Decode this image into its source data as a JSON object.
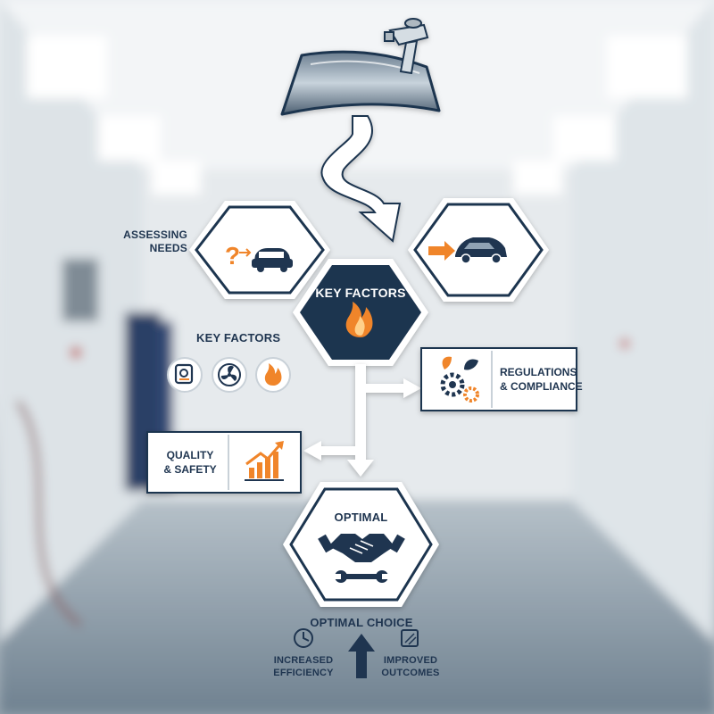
{
  "nodes": {
    "assessing_needs": {
      "label_line1": "ASSESSING",
      "label_line2": "NEEDS",
      "icon": "question-to-car-icon"
    },
    "vehicle_arrival": {
      "icon": "arrow-to-car-icon"
    },
    "key_factors_center": {
      "label": "KEY FACTORS",
      "icon": "flame-icon"
    },
    "key_factors_side": {
      "label": "KEY FACTORS",
      "icons": [
        "measuring-device-icon",
        "fan-icon",
        "flame-icon"
      ]
    },
    "regulations": {
      "label_line1": "REGULATIONS",
      "label_line2": "& COMPLIANCE",
      "icon": "gears-leaves-icon"
    },
    "quality_safety": {
      "label_line1": "QUALITY",
      "label_line2": "& SAFETY",
      "icon": "growth-chart-icon"
    },
    "optimal": {
      "label": "OPTIMAL",
      "icons": [
        "handshake-icon",
        "wrench-icon"
      ]
    },
    "optimal_choice": {
      "label": "OPTIMAL CHOICE",
      "left_line1": "INCREASED",
      "left_line2": "EFFICIENCY",
      "left_icon": "clock-icon",
      "center_icon": "up-arrow-icon",
      "right_line1": "IMPROVED",
      "right_line2": "OUTCOMES",
      "right_icon": "glass-panel-icon"
    }
  },
  "top_graphic": {
    "icon": "windshield-spray-gun-icon"
  },
  "colors": {
    "navy": "#1f3550",
    "orange": "#f0852a",
    "hex_fill": "#ffffff",
    "center_fill": "#1f3550"
  }
}
